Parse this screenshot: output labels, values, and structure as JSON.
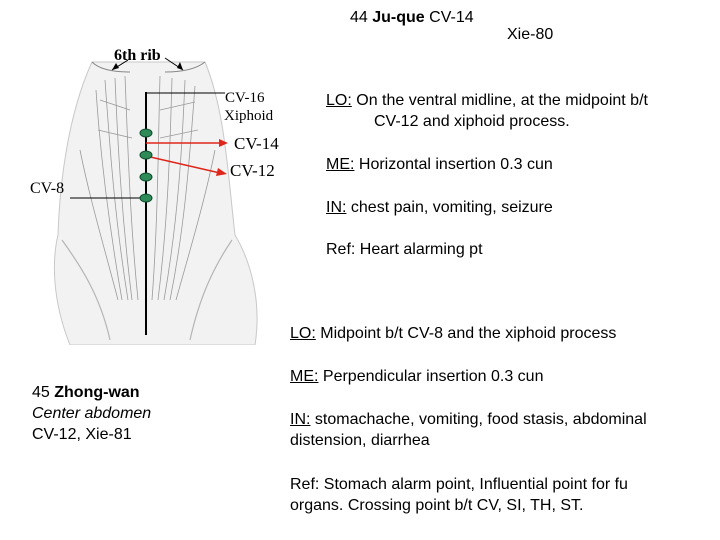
{
  "header": {
    "point_number": "44",
    "point_name": "Ju-que",
    "point_code": "CV-14",
    "alt_code": "Xie-80"
  },
  "diagram": {
    "rib_label": "6th rib",
    "cv16_label": "CV-16",
    "xiphoid_label": "Xiphoid",
    "cv14_label": "CV-14",
    "cv12_label": "CV-12",
    "cv8_label": "CV-8",
    "colors": {
      "arrow": "#e0261b",
      "point_marker": "#2e8b57",
      "skin": "#f2f2f2",
      "muscle_line": "#9a9a9a"
    }
  },
  "ju_que": {
    "lo_label": "LO:",
    "lo_text": " On the ventral midline, at the midpoint b/t",
    "lo_text2": "CV-12 and xiphoid process.",
    "me_label": "ME:",
    "me_text": " Horizontal insertion 0.3 cun",
    "in_label": "IN:",
    "in_text": " chest pain, vomiting, seizure",
    "ref_text": "Ref: Heart alarming pt"
  },
  "zhong_wan": {
    "number": "45",
    "name": "Zhong-wan",
    "translation": "Center abdomen",
    "codes": "CV-12, Xie-81",
    "lo_label": "LO:",
    "lo_text": " Midpoint b/t CV-8 and the xiphoid process",
    "me_label": "ME:",
    "me_text": " Perpendicular insertion  0.3 cun",
    "in_label": "IN:",
    "in_text": "  stomachache, vomiting, food stasis, abdominal",
    "in_text2": "distension, diarrhea",
    "ref_text": "Ref: Stomach alarm point, Influential point for fu",
    "ref_text2": "organs. Crossing point b/t CV, SI, TH, ST."
  }
}
